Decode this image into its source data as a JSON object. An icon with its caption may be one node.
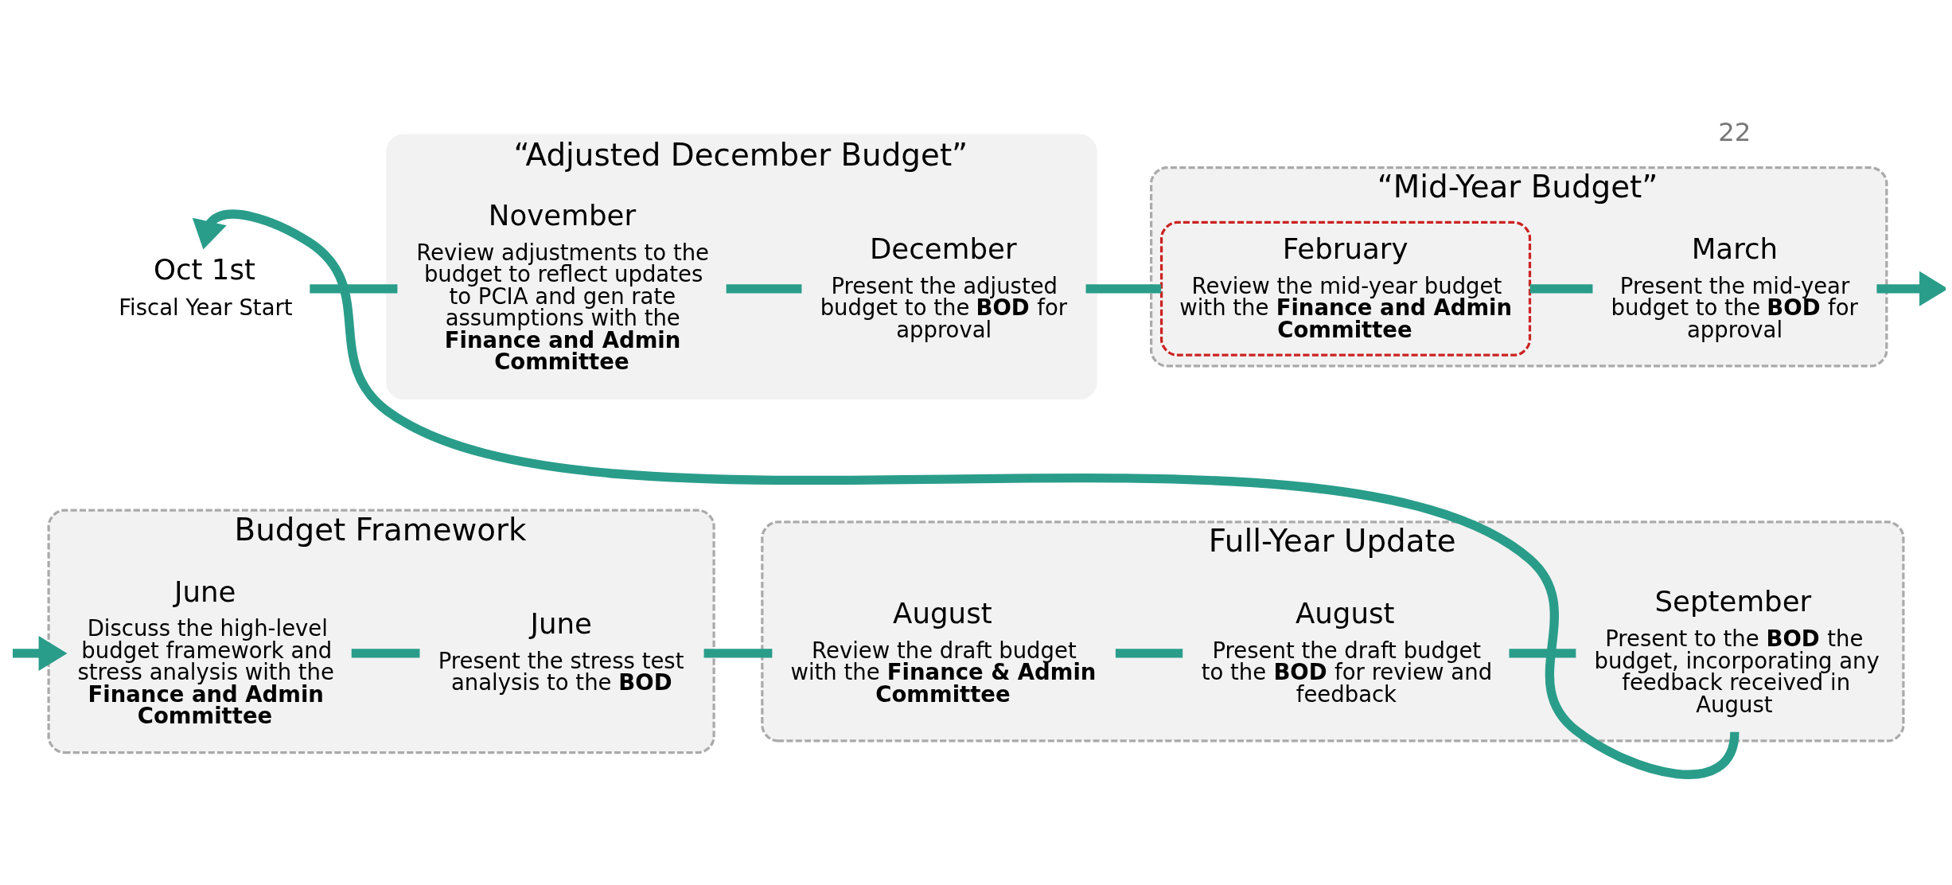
{
  "diagram": {
    "nodes": [
      {
        "text": [
          "Budget Framework"
        ]
      },
      {
        "text": [
          "June",
          "Discuss the high-level budget framework and stress analysis with the **Finance and Admin Committee**"
        ],
        "in": 0
      },
      {
        "text": [
          "June",
          "Present the stress test analysis to the **BOD**"
        ],
        "in": 0
      },
      {
        "text": [
          "Full-Year Update"
        ]
      },
      {
        "text": [
          "August",
          "Review the draft budget with the **Finance & Admin Committee**"
        ],
        "in": 3
      },
      {
        "text": [
          "August",
          "Present the draft budget to the **BOD** for review and feedback"
        ],
        "in": 3
      },
      {
        "text": [
          "September",
          "Present to the **BOD** the budget, incorporating any feedback received in August"
        ],
        "in": 3
      },
      {
        "text": [
          "Oct 1st",
          "Fiscal Year Start"
        ]
      },
      {
        "text": [
          "“Adjusted December Budget”"
        ]
      },
      {
        "text": [
          "November",
          "Review adjustments to the budget to reflect updates to PCIA and gen rate assumptions with the **Finance and Admin Committee**"
        ],
        "in": 8
      },
      {
        "text": [
          "December",
          "Present the adjusted budget to the **BOD** for approval"
        ],
        "in": 8
      },
      {
        "text": [
          "“Mid-Year Budget”"
        ]
      },
      {
        "text": [
          "February",
          "Review the mid-year budget with the **Finance and Admin Committee**"
        ],
        "in": 11
      },
      {
        "text": [
          "March",
          "Present the mid-year budget to the **BOD** for approval"
        ],
        "in": 11
      }
    ],
    "edges": [
      {
        "from": null,
        "to": 1,
        "arrow": "to"
      },
      {
        "from": 1,
        "to": 2,
        "arrow": "none"
      },
      {
        "from": 2,
        "to": 4,
        "arrow": "none"
      },
      {
        "from": 4,
        "to": 5,
        "arrow": "none"
      },
      {
        "from": 5,
        "to": 6,
        "arrow": "none"
      },
      {
        "from": 6,
        "to": 7,
        "arrow": "to"
      },
      {
        "from": 7,
        "to": 9,
        "arrow": "none"
      },
      {
        "from": 9,
        "to": 10,
        "arrow": "none"
      },
      {
        "from": 10,
        "to": 12,
        "arrow": "none"
      },
      {
        "from": 12,
        "to": 13,
        "arrow": "none"
      },
      {
        "from": 13,
        "to": null,
        "arrow": "to"
      }
    ],
    "labels": [
      "22"
    ]
  }
}
